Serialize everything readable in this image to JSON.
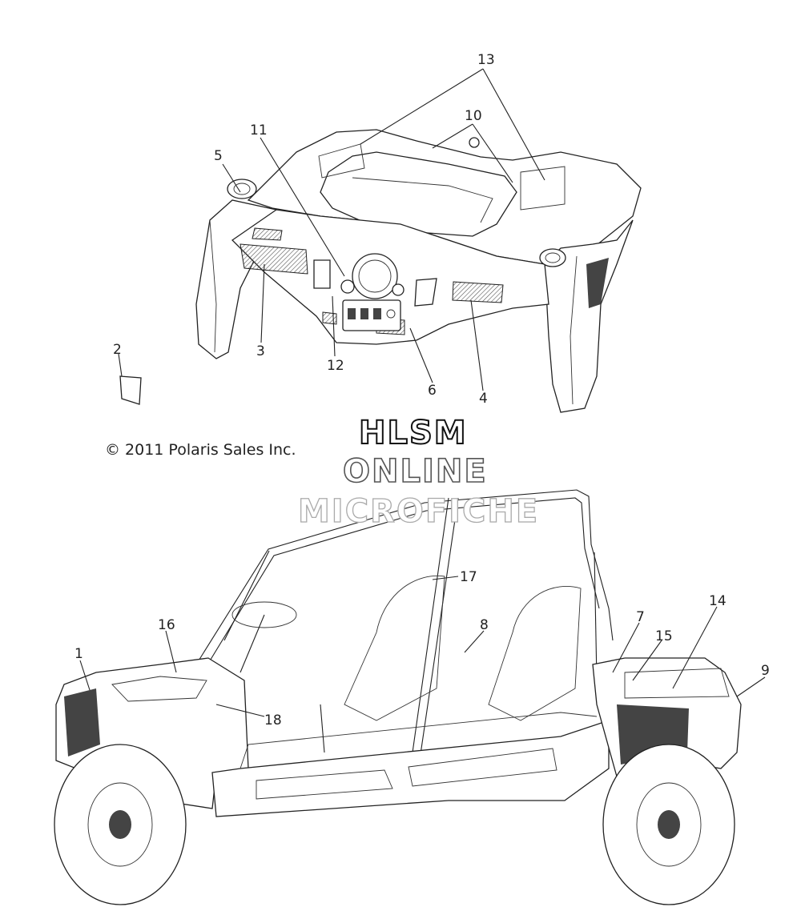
{
  "copyright": "© 2011 Polaris Sales Inc.",
  "watermark": {
    "line1": "HLSM",
    "line2": "ONLINE",
    "line3": "MICROFICHE"
  },
  "callouts": {
    "c1": "1",
    "c2": "2",
    "c3": "3",
    "c4": "4",
    "c5": "5",
    "c6": "6",
    "c7": "7",
    "c8": "8",
    "c9": "9",
    "c10": "10",
    "c11": "11",
    "c12": "12",
    "c13": "13",
    "c14": "14",
    "c15": "15",
    "c16": "16",
    "c17": "17",
    "c18": "18"
  },
  "colors": {
    "line": "#222222",
    "background": "#ffffff",
    "watermark_outline": "#111111"
  }
}
